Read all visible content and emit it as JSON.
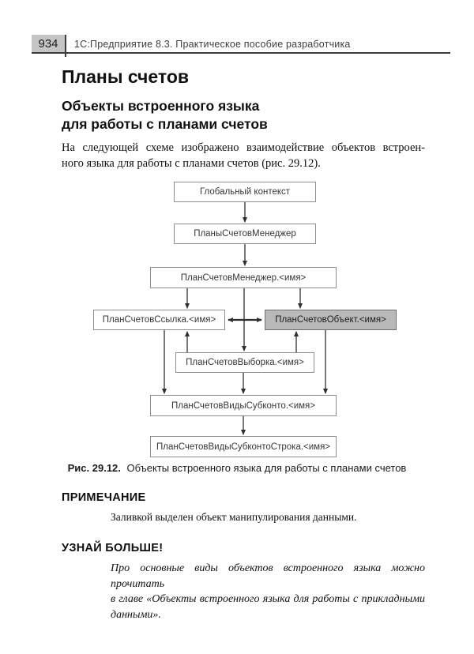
{
  "header": {
    "page_number": "934",
    "title": "1С:Предприятие 8.3. Практическое пособие разработчика"
  },
  "content": {
    "title": "Планы счетов",
    "subtitle_lines": [
      "Объекты встроенного языка",
      "для работы с планами счетов"
    ],
    "intro_lines": [
      "На следующей схеме изображено взаимодействие объектов встроен-",
      "ного языка для работы с планами счетов (рис. 29.12)."
    ],
    "note": {
      "heading": "ПРИМЕЧАНИЕ",
      "text": "Заливкой выделен объект манипулирования данными."
    },
    "learn_more": {
      "heading": "УЗНАЙ БОЛЬШЕ!",
      "lines": [
        "Про основные виды объектов встроенного языка можно прочитать",
        "в главе «Объекты встроенного языка для работы с прикладными",
        "данными»."
      ]
    }
  },
  "figure": {
    "caption_label": "Рис. 29.12.",
    "caption_text": "Объекты встроенного языка для работы с планами счетов",
    "nodes": [
      {
        "label": "Глобальный контекст",
        "filled": false
      },
      {
        "label": "ПланыСчетовМенеджер",
        "filled": false
      },
      {
        "label": "ПланСчетовМенеджер.<имя>",
        "filled": false
      },
      {
        "label": "ПланСчетовСсылка.<имя>",
        "filled": false
      },
      {
        "label": "ПланСчетовОбъект.<имя>",
        "filled": true
      },
      {
        "label": "ПланСчетовВыборка.<имя>",
        "filled": false
      },
      {
        "label": "ПланСчетовВидыСубконто.<имя>",
        "filled": false
      },
      {
        "label": "ПланСчетовВидыСубконтоСтрока.<имя>",
        "filled": false
      }
    ],
    "colors": {
      "highlight_fill": "#b9b9b9",
      "box_border": "#8f8f8f",
      "arrow": "#2f2f2f",
      "page_number_bg": "#c5c5c5"
    }
  }
}
